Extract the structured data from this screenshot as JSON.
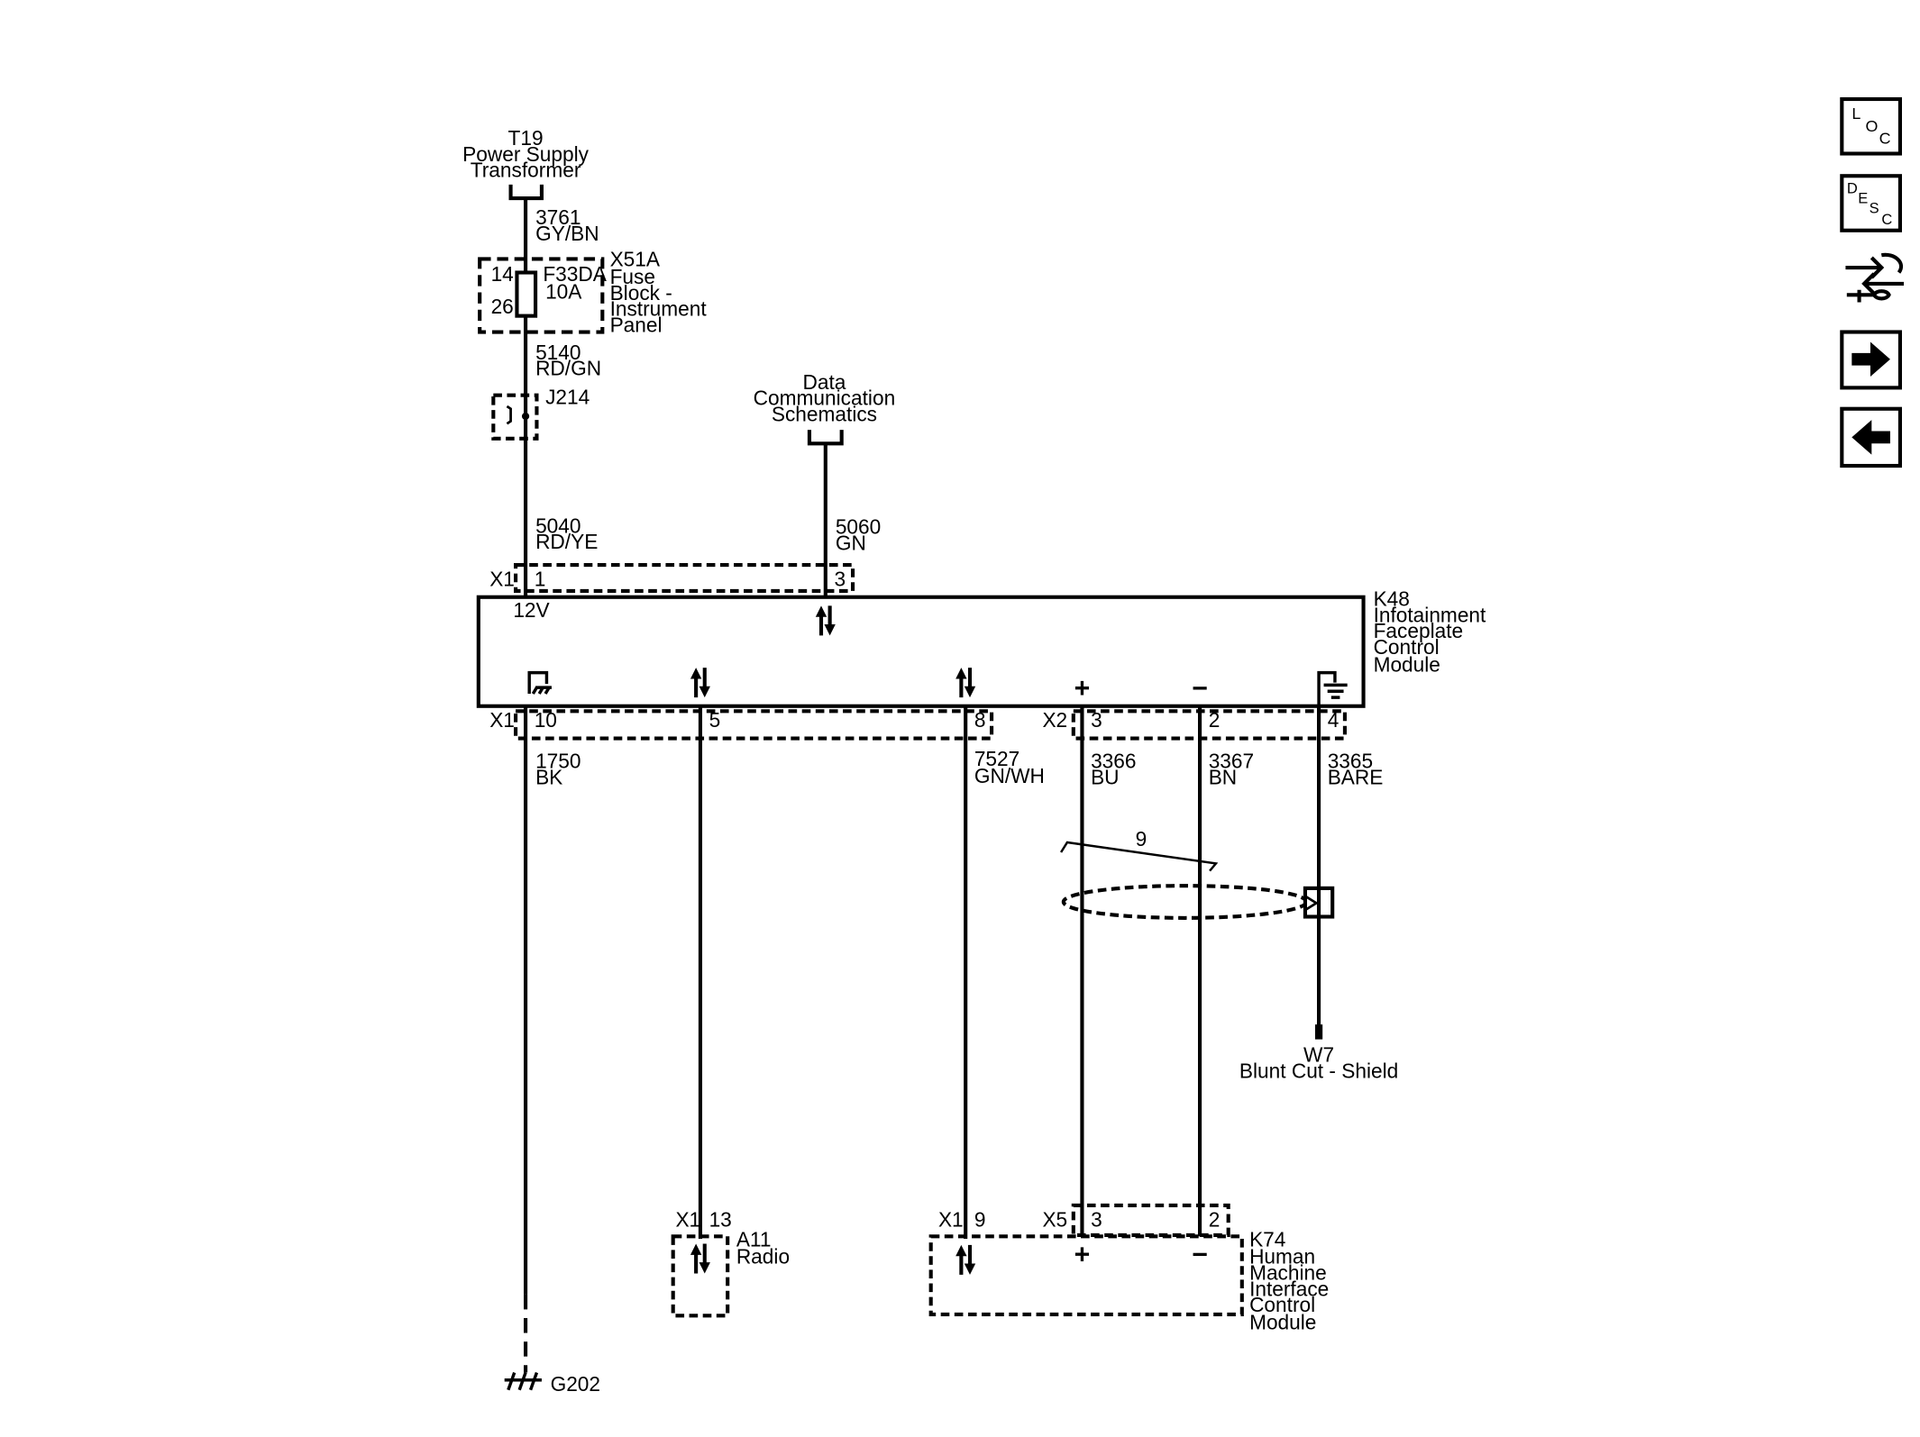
{
  "components": {
    "t19": {
      "lines": [
        "T19",
        "Power Supply",
        "Transformer"
      ]
    },
    "dcs": {
      "lines": [
        "Data",
        "Communication",
        "Schematics"
      ]
    },
    "x51a": {
      "lines": [
        "X51A",
        "Fuse",
        "Block -",
        "Instrument",
        "Panel"
      ],
      "fuse_name": "F33DA",
      "fuse_rating": "10A",
      "pin_in": "14",
      "pin_out": "26"
    },
    "j214": {
      "label": "J214"
    },
    "k48": {
      "lines": [
        "K48",
        "Infotainment",
        "Faceplate",
        "Control",
        "Module"
      ],
      "voltage_label": "12V",
      "plus": "+",
      "minus": "−"
    },
    "w7": {
      "lines": [
        "W7",
        "Blunt Cut - Shield"
      ]
    },
    "g202": {
      "label": "G202"
    },
    "a11": {
      "lines": [
        "A11",
        "Radio"
      ]
    },
    "k74": {
      "lines": [
        "K74",
        "Human",
        "Machine",
        "Interface",
        "Control",
        "Module"
      ],
      "plus": "+",
      "minus": "−"
    }
  },
  "wires": {
    "w3761": {
      "circuit": "3761",
      "color": "GY/BN"
    },
    "w5140": {
      "circuit": "5140",
      "color": "RD/GN"
    },
    "w5040": {
      "circuit": "5040",
      "color": "RD/YE"
    },
    "w5060": {
      "circuit": "5060",
      "color": "GN"
    },
    "w1750": {
      "circuit": "1750",
      "color": "BK"
    },
    "w7527": {
      "circuit": "7527",
      "color": "GN/WH"
    },
    "w3366": {
      "circuit": "3366",
      "color": "BU"
    },
    "w3367": {
      "circuit": "3367",
      "color": "BN"
    },
    "w3365": {
      "circuit": "3365",
      "color": "BARE"
    }
  },
  "connectors": {
    "k48_top": {
      "name": "X1",
      "pins": [
        "1",
        "3"
      ]
    },
    "k48_bottom_x1": {
      "name": "X1",
      "pins": [
        "10",
        "5",
        "8"
      ]
    },
    "k48_bottom_x2": {
      "name": "X2",
      "pins": [
        "3",
        "2",
        "4"
      ]
    },
    "a11_x1": {
      "name": "X1",
      "pin": "13"
    },
    "k74_x1": {
      "name": "X1",
      "pin": "9"
    },
    "k74_x5": {
      "name": "X5",
      "pins": [
        "3",
        "2"
      ]
    }
  },
  "twisted_pair_label": "9",
  "nav": {
    "loc": [
      "L",
      "O",
      "C"
    ],
    "desc": [
      "D",
      "E",
      "S",
      "C"
    ],
    "icons": [
      "connector-repair-icon",
      "next-page-arrow-icon",
      "previous-page-arrow-icon"
    ]
  }
}
